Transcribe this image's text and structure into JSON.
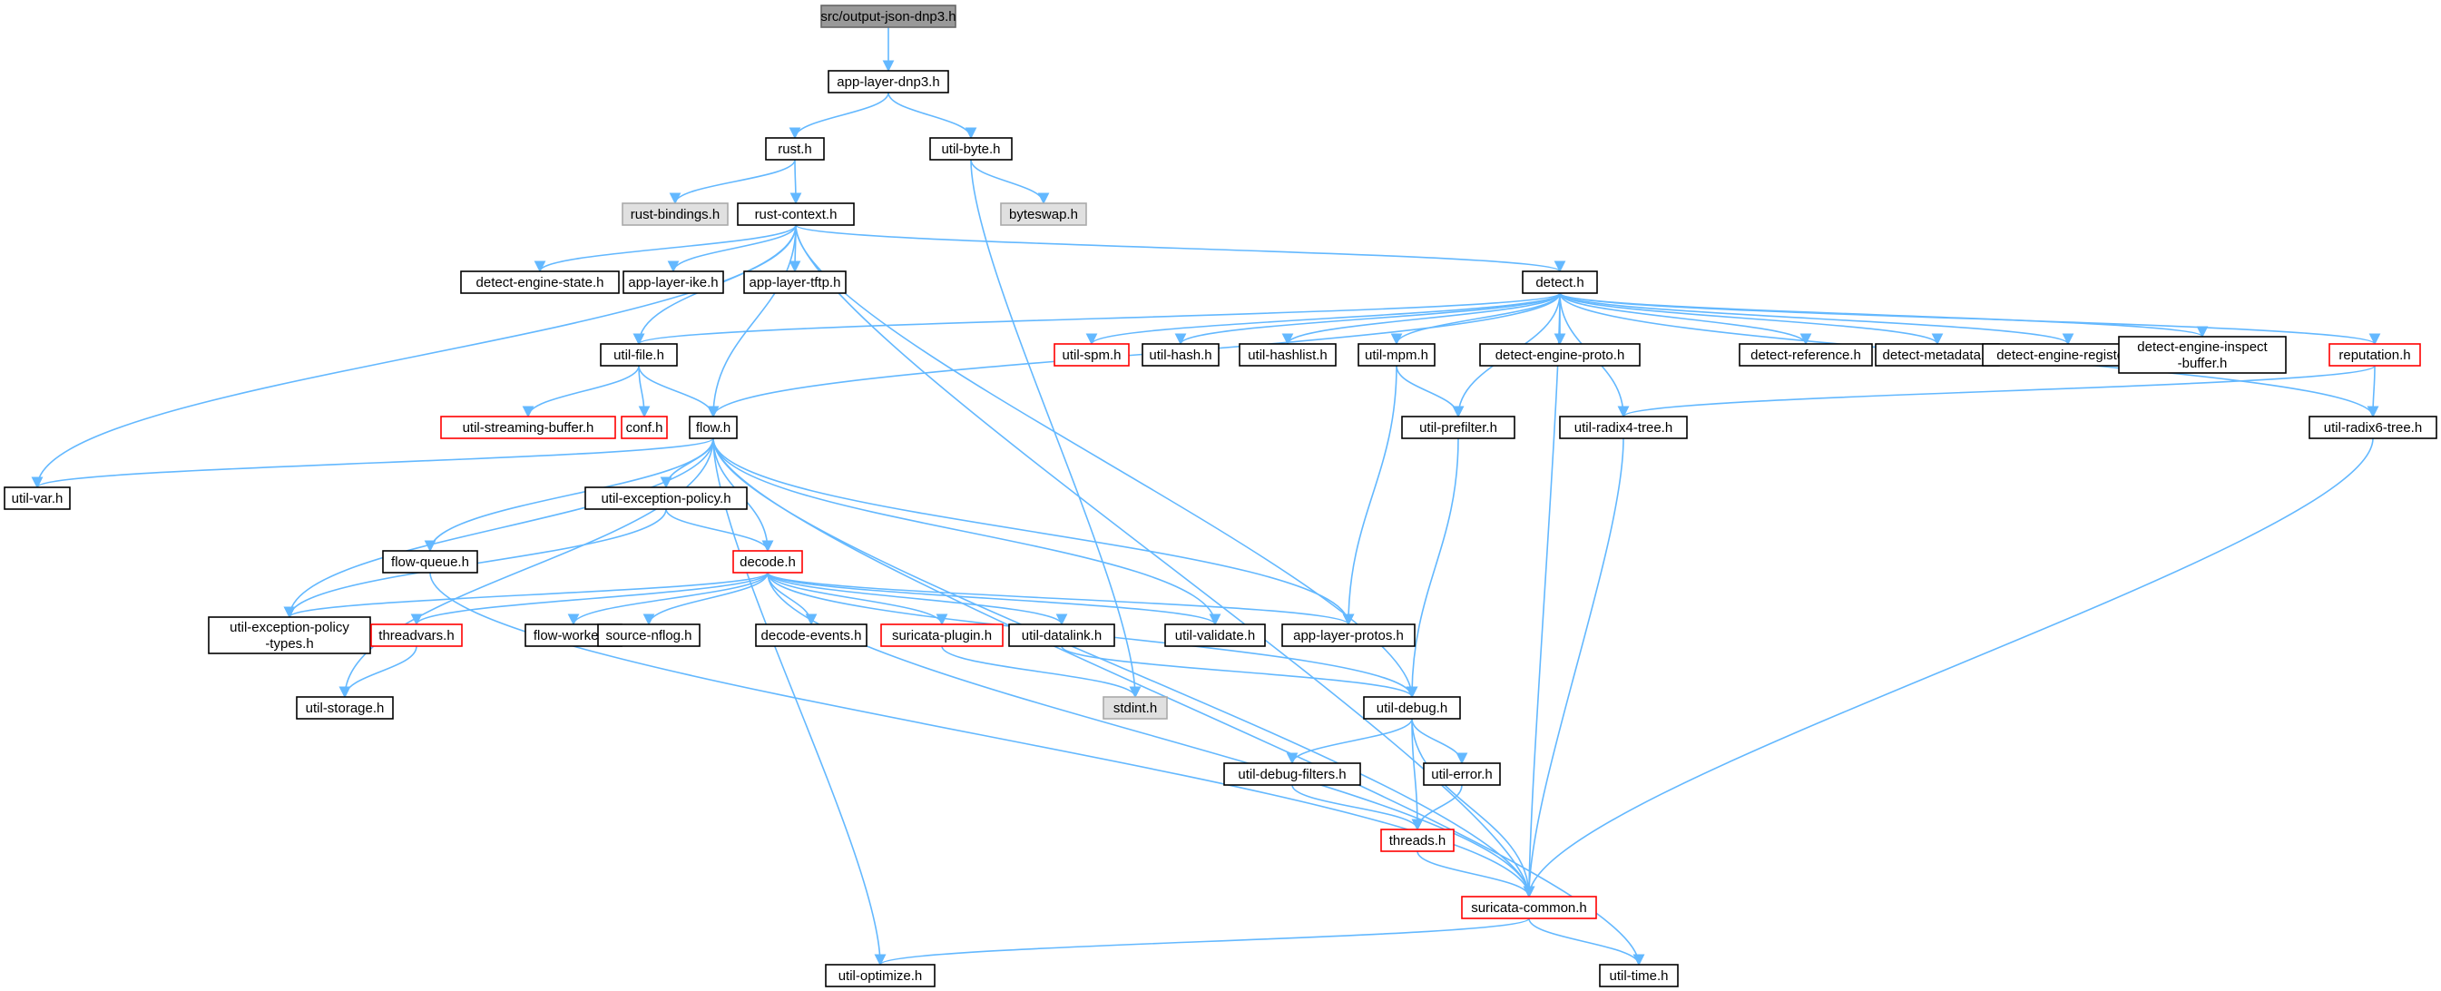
{
  "colors": {
    "edge": "#63b8ff",
    "normal_border": "#000000",
    "truncated_border": "#ff0000",
    "root_fill": "#999999",
    "system_fill": "#e0e0e0",
    "node_fill": "#ffffff"
  },
  "nodes": [
    {
      "id": "root",
      "label": "src/output-json-dnp3.h",
      "style": "root"
    },
    {
      "id": "appdnp3",
      "label": "app-layer-dnp3.h",
      "style": "normal"
    },
    {
      "id": "rust",
      "label": "rust.h",
      "style": "normal"
    },
    {
      "id": "utilbyte",
      "label": "util-byte.h",
      "style": "normal"
    },
    {
      "id": "rustbind",
      "label": "rust-bindings.h",
      "style": "system"
    },
    {
      "id": "rustctx",
      "label": "rust-context.h",
      "style": "normal"
    },
    {
      "id": "byteswap",
      "label": "byteswap.h",
      "style": "system"
    },
    {
      "id": "detengstate",
      "label": "detect-engine-state.h",
      "style": "normal"
    },
    {
      "id": "appike",
      "label": "app-layer-ike.h",
      "style": "normal"
    },
    {
      "id": "apptftp",
      "label": "app-layer-tftp.h",
      "style": "normal"
    },
    {
      "id": "detect",
      "label": "detect.h",
      "style": "normal"
    },
    {
      "id": "utilfile",
      "label": "util-file.h",
      "style": "normal"
    },
    {
      "id": "utilspm",
      "label": "util-spm.h",
      "style": "truncated"
    },
    {
      "id": "utilhash",
      "label": "util-hash.h",
      "style": "normal"
    },
    {
      "id": "utilhashlist",
      "label": "util-hashlist.h",
      "style": "normal"
    },
    {
      "id": "utilmpm",
      "label": "util-mpm.h",
      "style": "normal"
    },
    {
      "id": "detengproto",
      "label": "detect-engine-proto.h",
      "style": "normal"
    },
    {
      "id": "detref",
      "label": "detect-reference.h",
      "style": "normal"
    },
    {
      "id": "detmeta",
      "label": "detect-metadata.h",
      "style": "normal"
    },
    {
      "id": "detengreg",
      "label": "detect-engine-register.h",
      "style": "normal"
    },
    {
      "id": "detenginspect",
      "label": "detect-engine-inspect\n-buffer.h",
      "style": "normal"
    },
    {
      "id": "reputation",
      "label": "reputation.h",
      "style": "truncated"
    },
    {
      "id": "utilstreambuf",
      "label": "util-streaming-buffer.h",
      "style": "truncated"
    },
    {
      "id": "conf",
      "label": "conf.h",
      "style": "truncated"
    },
    {
      "id": "flow",
      "label": "flow.h",
      "style": "normal"
    },
    {
      "id": "utilprefilter",
      "label": "util-prefilter.h",
      "style": "normal"
    },
    {
      "id": "utilradix4",
      "label": "util-radix4-tree.h",
      "style": "normal"
    },
    {
      "id": "utilradix6",
      "label": "util-radix6-tree.h",
      "style": "normal"
    },
    {
      "id": "utilvar",
      "label": "util-var.h",
      "style": "normal"
    },
    {
      "id": "utilexcpol",
      "label": "util-exception-policy.h",
      "style": "normal"
    },
    {
      "id": "flowqueue",
      "label": "flow-queue.h",
      "style": "normal"
    },
    {
      "id": "decode",
      "label": "decode.h",
      "style": "truncated"
    },
    {
      "id": "utilexcpoltypes",
      "label": "util-exception-policy\n-types.h",
      "style": "normal"
    },
    {
      "id": "threadvars",
      "label": "threadvars.h",
      "style": "truncated"
    },
    {
      "id": "flowworker",
      "label": "flow-worker.h",
      "style": "normal"
    },
    {
      "id": "sourcenflog",
      "label": "source-nflog.h",
      "style": "normal"
    },
    {
      "id": "decodeevents",
      "label": "decode-events.h",
      "style": "normal"
    },
    {
      "id": "suricataplugin",
      "label": "suricata-plugin.h",
      "style": "truncated"
    },
    {
      "id": "utildatalink",
      "label": "util-datalink.h",
      "style": "normal"
    },
    {
      "id": "utilvalidate",
      "label": "util-validate.h",
      "style": "normal"
    },
    {
      "id": "applayerprotos",
      "label": "app-layer-protos.h",
      "style": "normal"
    },
    {
      "id": "utilstorage",
      "label": "util-storage.h",
      "style": "normal"
    },
    {
      "id": "stdint",
      "label": "stdint.h",
      "style": "system"
    },
    {
      "id": "utildebug",
      "label": "util-debug.h",
      "style": "normal"
    },
    {
      "id": "utildebugfilters",
      "label": "util-debug-filters.h",
      "style": "normal"
    },
    {
      "id": "utilerror",
      "label": "util-error.h",
      "style": "normal"
    },
    {
      "id": "threads",
      "label": "threads.h",
      "style": "truncated"
    },
    {
      "id": "suricatacommon",
      "label": "suricata-common.h",
      "style": "truncated"
    },
    {
      "id": "utiloptimize",
      "label": "util-optimize.h",
      "style": "normal"
    },
    {
      "id": "utiltime",
      "label": "util-time.h",
      "style": "normal"
    }
  ],
  "edges": [
    [
      "root",
      "appdnp3"
    ],
    [
      "appdnp3",
      "rust"
    ],
    [
      "appdnp3",
      "utilbyte"
    ],
    [
      "rust",
      "rustbind"
    ],
    [
      "rust",
      "rustctx"
    ],
    [
      "utilbyte",
      "byteswap"
    ],
    [
      "utilbyte",
      "stdint"
    ],
    [
      "rustctx",
      "detengstate"
    ],
    [
      "rustctx",
      "appike"
    ],
    [
      "rustctx",
      "apptftp"
    ],
    [
      "rustctx",
      "detect"
    ],
    [
      "rustctx",
      "utilfile"
    ],
    [
      "rustctx",
      "utilvar"
    ],
    [
      "rustctx",
      "flow"
    ],
    [
      "rustctx",
      "utildebug"
    ],
    [
      "rustctx",
      "suricatacommon"
    ],
    [
      "detect",
      "utilfile"
    ],
    [
      "detect",
      "flow"
    ],
    [
      "detect",
      "utilspm"
    ],
    [
      "detect",
      "utilhash"
    ],
    [
      "detect",
      "utilhashlist"
    ],
    [
      "detect",
      "utilmpm"
    ],
    [
      "detect",
      "utilprefilter"
    ],
    [
      "detect",
      "detengproto"
    ],
    [
      "detect",
      "utilradix4"
    ],
    [
      "detect",
      "suricatacommon"
    ],
    [
      "detect",
      "detref"
    ],
    [
      "detect",
      "detmeta"
    ],
    [
      "detect",
      "detengreg"
    ],
    [
      "detect",
      "detenginspect"
    ],
    [
      "detect",
      "reputation"
    ],
    [
      "detect",
      "utilradix6"
    ],
    [
      "utilfile",
      "utilstreambuf"
    ],
    [
      "utilfile",
      "conf"
    ],
    [
      "utilfile",
      "flow"
    ],
    [
      "utilmpm",
      "utilprefilter"
    ],
    [
      "utilmpm",
      "applayerprotos"
    ],
    [
      "utilprefilter",
      "utildebug"
    ],
    [
      "reputation",
      "utilradix4"
    ],
    [
      "reputation",
      "utilradix6"
    ],
    [
      "utilradix4",
      "suricatacommon"
    ],
    [
      "utilradix6",
      "suricatacommon"
    ],
    [
      "flow",
      "utilvar"
    ],
    [
      "flow",
      "utilexcpol"
    ],
    [
      "flow",
      "flowqueue"
    ],
    [
      "flow",
      "decode"
    ],
    [
      "flow",
      "utilexcpoltypes"
    ],
    [
      "flow",
      "utilvalidate"
    ],
    [
      "flow",
      "applayerprotos"
    ],
    [
      "flow",
      "utilstorage"
    ],
    [
      "flow",
      "utiloptimize"
    ],
    [
      "flow",
      "utiltime"
    ],
    [
      "flow",
      "suricatacommon"
    ],
    [
      "utilexcpol",
      "decode"
    ],
    [
      "utilexcpol",
      "utilexcpoltypes"
    ],
    [
      "flowqueue",
      "suricatacommon"
    ],
    [
      "decode",
      "utilexcpoltypes"
    ],
    [
      "decode",
      "threadvars"
    ],
    [
      "decode",
      "flowworker"
    ],
    [
      "decode",
      "sourcenflog"
    ],
    [
      "decode",
      "decodeevents"
    ],
    [
      "decode",
      "suricataplugin"
    ],
    [
      "decode",
      "utildatalink"
    ],
    [
      "decode",
      "utilvalidate"
    ],
    [
      "decode",
      "applayerprotos"
    ],
    [
      "decode",
      "utildebug"
    ],
    [
      "decode",
      "suricatacommon"
    ],
    [
      "threadvars",
      "utilstorage"
    ],
    [
      "suricataplugin",
      "stdint"
    ],
    [
      "utildatalink",
      "utildebug"
    ],
    [
      "utildebug",
      "utildebugfilters"
    ],
    [
      "utildebug",
      "utilerror"
    ],
    [
      "utildebug",
      "threads"
    ],
    [
      "utildebug",
      "suricatacommon"
    ],
    [
      "utildebugfilters",
      "threads"
    ],
    [
      "utilerror",
      "threads"
    ],
    [
      "threads",
      "suricatacommon"
    ],
    [
      "suricatacommon",
      "utiloptimize"
    ],
    [
      "suricatacommon",
      "utiltime"
    ]
  ]
}
